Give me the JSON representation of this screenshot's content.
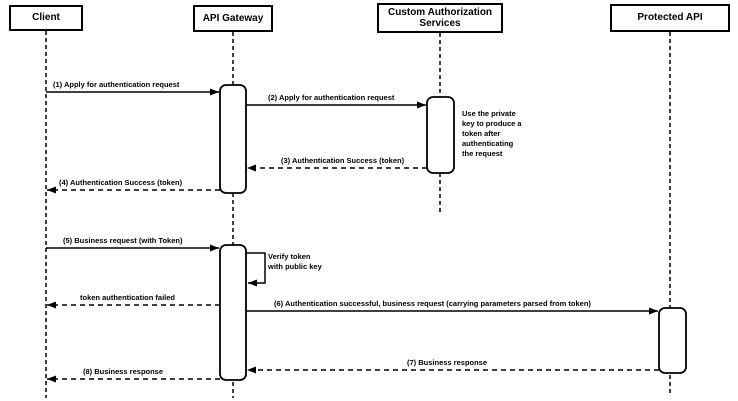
{
  "participants": [
    {
      "label": "Client"
    },
    {
      "label": "API Gateway"
    },
    {
      "label": "Custom Authorization\nServices"
    },
    {
      "label": "Protected API"
    }
  ],
  "messages": [
    {
      "label": "(1) Apply for authentication request",
      "from": "Client",
      "to": "API Gateway",
      "line": "solid"
    },
    {
      "label": "(2) Apply for authentication request",
      "from": "API Gateway",
      "to": "Custom Authorization Services",
      "line": "solid"
    },
    {
      "label": "(3) Authentication Success (token)",
      "from": "Custom Authorization Services",
      "to": "API Gateway",
      "line": "dashed"
    },
    {
      "label": "(4) Authentication Success (token)",
      "from": "API Gateway",
      "to": "Client",
      "line": "dashed"
    },
    {
      "label": "(5) Business request (with Token)",
      "from": "Client",
      "to": "API Gateway",
      "line": "solid"
    },
    {
      "label": "token authentication failed",
      "from": "API Gateway",
      "to": "Client",
      "line": "dashed"
    },
    {
      "label": "(6) Authentication successful, business request (carrying parameters parsed from token)",
      "from": "API Gateway",
      "to": "Protected API",
      "line": "solid"
    },
    {
      "label": "(7) Business response",
      "from": "Protected API",
      "to": "API Gateway",
      "line": "dashed"
    },
    {
      "label": "(8) Business response",
      "from": "API Gateway",
      "to": "Client",
      "line": "dashed"
    }
  ],
  "self_message": {
    "label": "Verify token\nwith public key",
    "on": "API Gateway"
  },
  "note": {
    "text": "Use the private\nkey to produce a\ntoken after\nauthenticating\nthe request"
  },
  "colors": {
    "line": "#000000",
    "shape_fill": "#ffffff",
    "background": "#ffffff"
  }
}
